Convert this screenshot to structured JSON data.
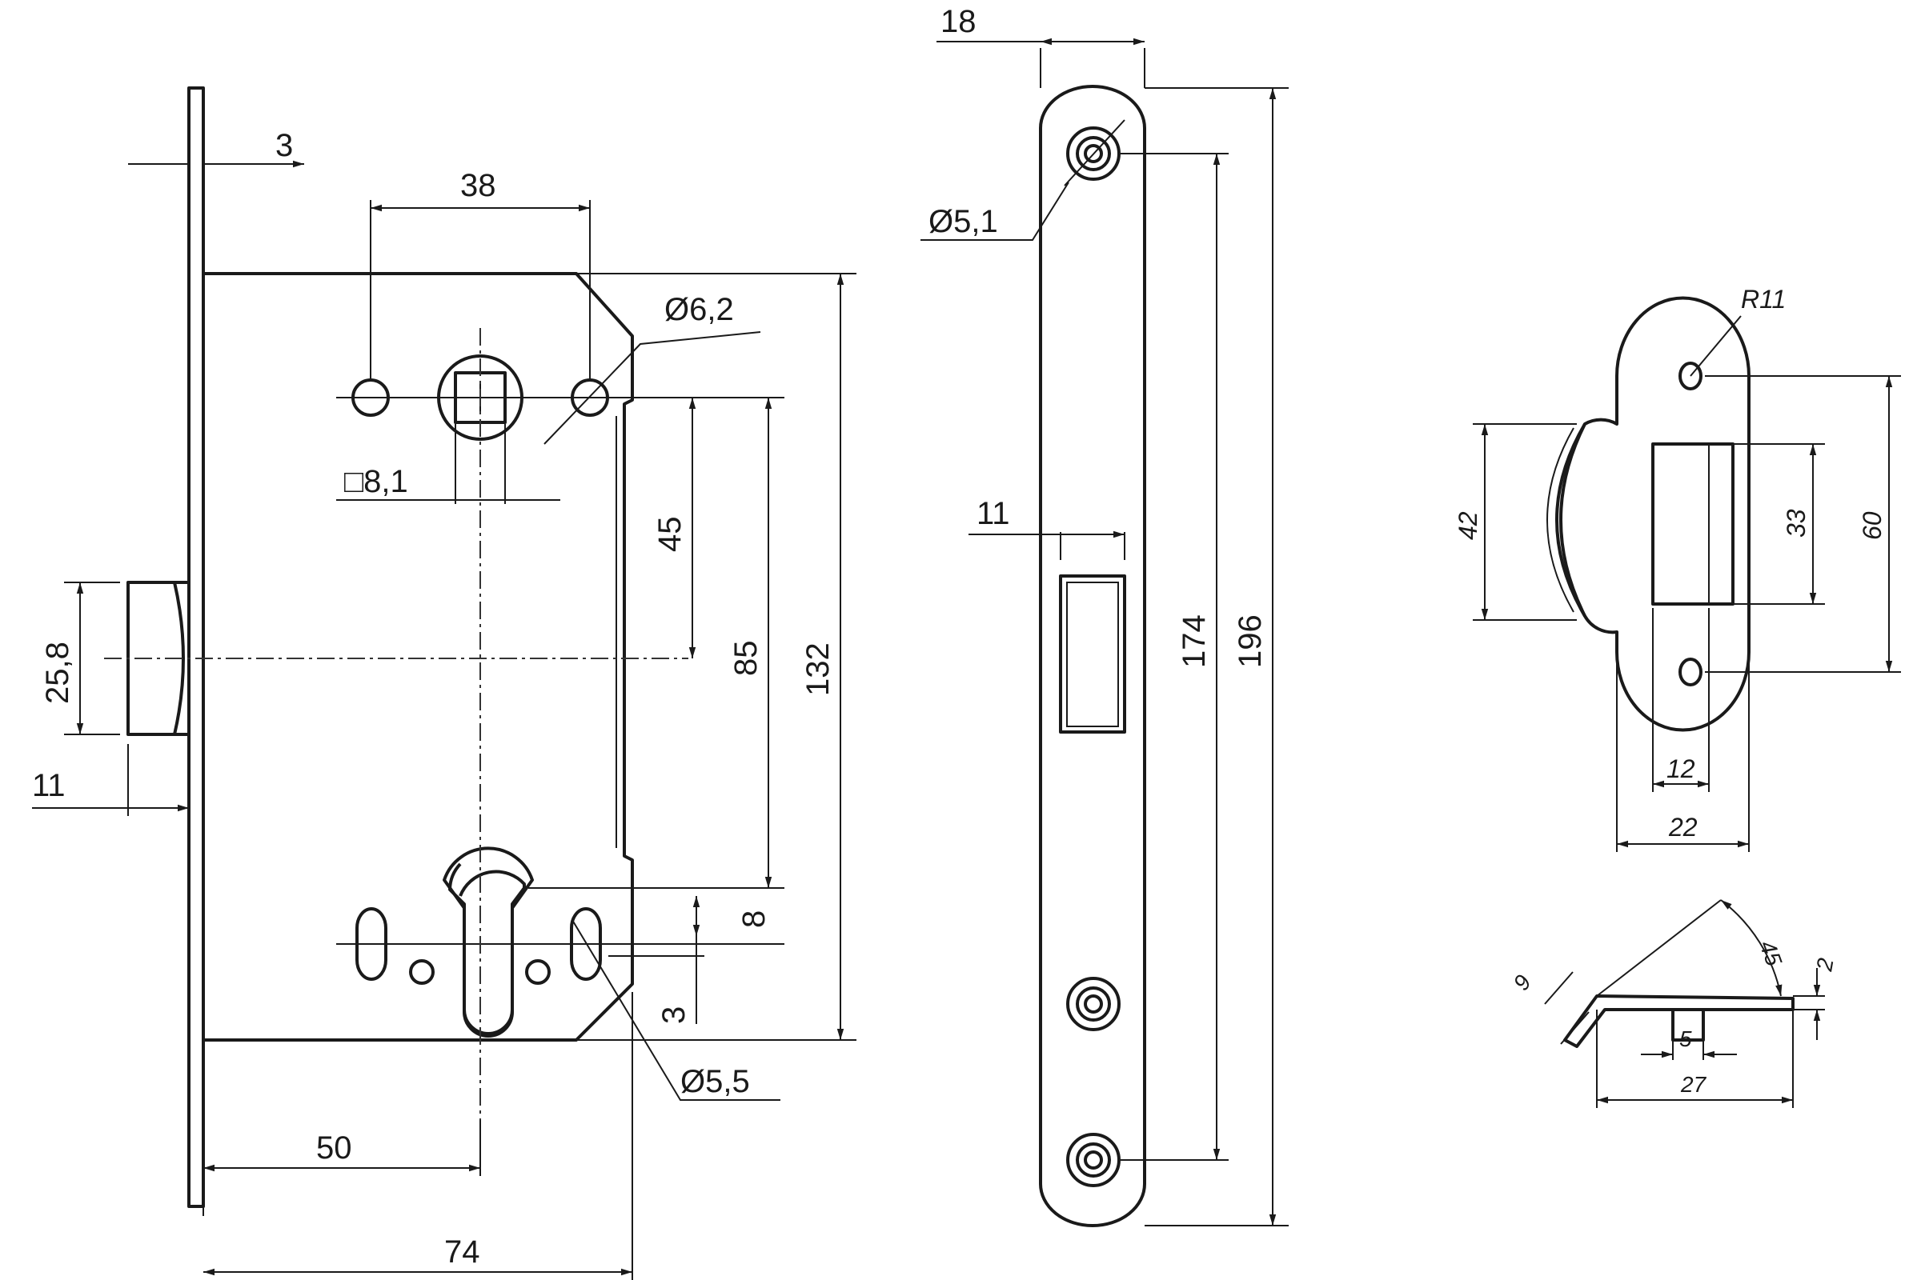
{
  "lock_body": {
    "dims": {
      "faceplate_thickness": "3",
      "hole_spacing": "38",
      "hole_diameter": "Ø6,2",
      "spindle_square": "□8,1",
      "handle_to_latch": "45",
      "handle_to_cylinder": "85",
      "body_height": "132",
      "latch_height": "25,8",
      "latch_projection": "11",
      "cylinder_offset": "8",
      "screw_offset": "3",
      "screw_diameter": "Ø5,5",
      "backset": "50",
      "body_depth": "74"
    }
  },
  "faceplate": {
    "dims": {
      "width": "18",
      "screw_diameter": "Ø5,1",
      "latch_slot": "11",
      "screw_spacing": "174",
      "length": "196"
    }
  },
  "strike_plate": {
    "dims": {
      "radius": "R11",
      "lip_height": "42",
      "slot_height": "33",
      "hole_spacing": "60",
      "slot_width": "12",
      "width": "22"
    }
  },
  "strike_side_view": {
    "dims": {
      "angle": "45",
      "thickness": "2",
      "lip": "9",
      "tab": "5",
      "length": "27"
    }
  }
}
